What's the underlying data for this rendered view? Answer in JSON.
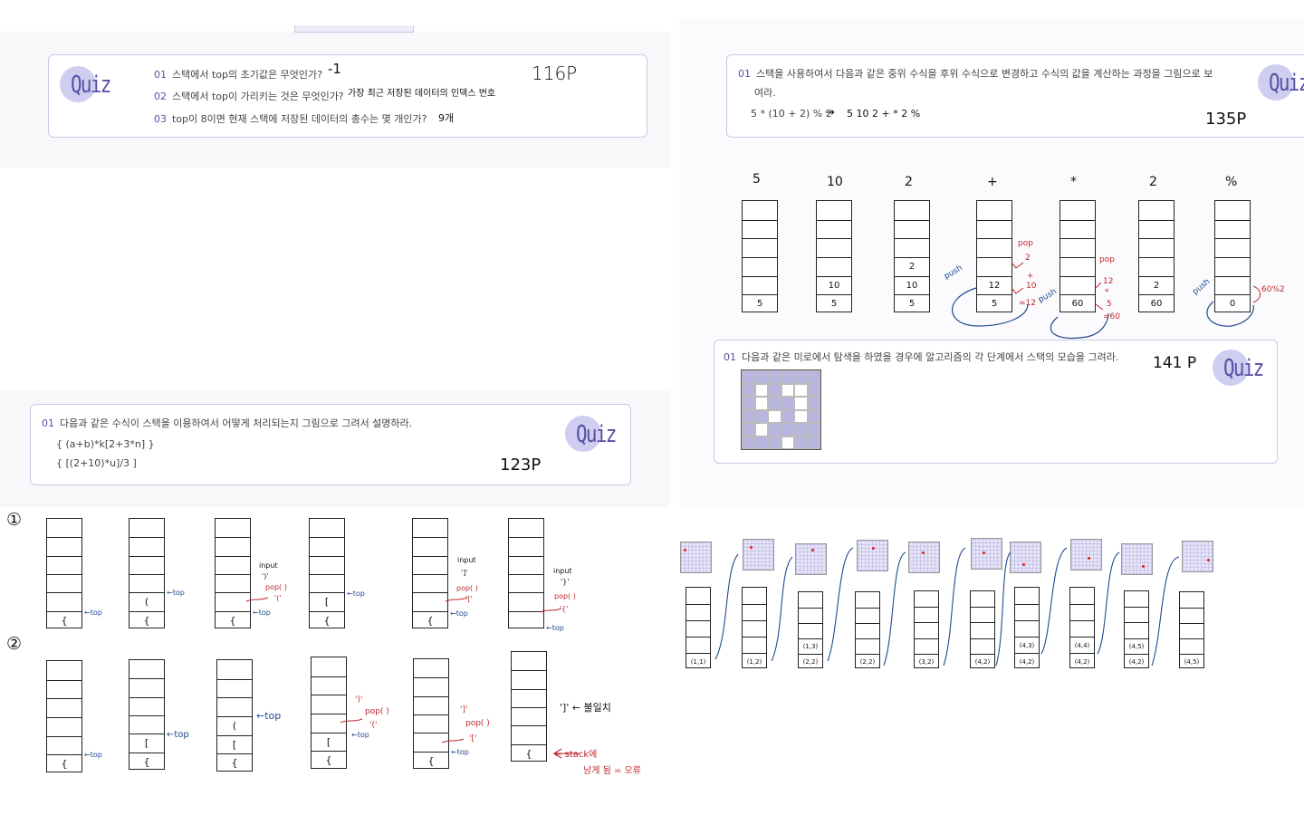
{
  "quiz1": {
    "badge": "Quiz",
    "q1_num": "01",
    "q1_text": "스택에서 top의 초기값은 무엇인가?",
    "q1_answer": "-1",
    "q2_num": "02",
    "q2_text": "스택에서 top이 가리키는 것은 무엇인가?",
    "q2_answer": "가장 최근 저장된 데이터의 인덱스 번호",
    "q3_num": "03",
    "q3_text": "top이 8이면 현재 스택에 저장된 데이터의 총수는 몇 개인가?",
    "q3_answer": "9개",
    "page": "116P"
  },
  "quiz2": {
    "badge": "Quiz",
    "q1_num": "01",
    "q1_text_line1": "스택을 사용하여서 다음과 같은 중위 수식을 후위 수식으로 변경하고 수식의 값을 계산하는 과정을 그림으로 보",
    "q1_text_line2": "여라.",
    "expr": "5 * (10 + 2) % 2",
    "arrow": "→",
    "postfix": "5 10 2 + * 2 %",
    "page": "135P"
  },
  "postfix_stacks": [
    {
      "label": "5",
      "cells": [
        "",
        "",
        "",
        "",
        "",
        "5"
      ]
    },
    {
      "label": "10",
      "cells": [
        "",
        "",
        "",
        "",
        "10",
        "5"
      ]
    },
    {
      "label": "2",
      "cells": [
        "",
        "",
        "",
        "2",
        "10",
        "5"
      ]
    },
    {
      "label": "+",
      "cells": [
        "",
        "",
        "",
        "",
        "12",
        "5"
      ]
    },
    {
      "label": "*",
      "cells": [
        "",
        "",
        "",
        "",
        "",
        "60"
      ]
    },
    {
      "label": "2",
      "cells": [
        "",
        "",
        "",
        "",
        "2",
        "60"
      ]
    },
    {
      "label": "%",
      "cells": [
        "",
        "",
        "",
        "",
        "",
        "0"
      ]
    }
  ],
  "postfix_notes": {
    "pop1": "pop",
    "pop1_a": "2",
    "pop1_b": "+",
    "pop1_c": "10",
    "pop1_d": "=12",
    "push1": "push",
    "push2": "push",
    "pop2": "pop",
    "pop2_a": "12",
    "pop2_b": "*",
    "pop2_c": "5",
    "pop2_d": "=60",
    "push3": "push",
    "mod": "60%2"
  },
  "quiz3": {
    "badge": "Quiz",
    "q1_num": "01",
    "q1_text": "다음과 같은 미로에서 탐색을 하였을 경우에 알고리즘의 각 단계에서 스택의 모습을 그려라.",
    "page": "141 P"
  },
  "quiz4": {
    "badge": "Quiz",
    "q1_num": "01",
    "q1_text": "다음과 같은 수식이 스택을 이용하여서 어떻게 처리되는지 그림으로 그려서 설명하라.",
    "expr1": "{ (a+b)*k[2+3*n] }",
    "expr2": "{ [(2+10)*u]/3 ]",
    "page": "123P"
  },
  "row1": {
    "marker": "①",
    "stacks": [
      {
        "cells": [
          "",
          "",
          "",
          "",
          "",
          "{"
        ]
      },
      {
        "cells": [
          "",
          "",
          "",
          "",
          "(",
          "{"
        ]
      },
      {
        "cells": [
          "",
          "",
          "",
          "",
          "",
          "{"
        ]
      },
      {
        "cells": [
          "",
          "",
          "",
          "",
          "[",
          "{"
        ]
      },
      {
        "cells": [
          "",
          "",
          "",
          "",
          "",
          "{"
        ]
      },
      {
        "cells": [
          "",
          "",
          "",
          "",
          "",
          ""
        ]
      }
    ],
    "top": "←top",
    "n1": "input",
    "n2": "')'",
    "n3": "pop( )",
    "n4": "'('",
    "n5": "input",
    "n6": "']'",
    "n7": "pop( )",
    "n8": "'['",
    "n9": "input",
    "n10": "'}'",
    "n11": "pop( )",
    "n12": "'{'"
  },
  "row2": {
    "marker": "②",
    "stacks": [
      {
        "cells": [
          "",
          "",
          "",
          "",
          "",
          "{"
        ]
      },
      {
        "cells": [
          "",
          "",
          "",
          "",
          "[",
          "{"
        ]
      },
      {
        "cells": [
          "",
          "",
          "",
          "(",
          "[",
          "{"
        ]
      },
      {
        "cells": [
          "",
          "",
          "",
          "",
          "[",
          "{"
        ]
      },
      {
        "cells": [
          "",
          "",
          "",
          "",
          "",
          "{"
        ]
      },
      {
        "cells": [
          "",
          "",
          "",
          "",
          "",
          "{"
        ]
      }
    ],
    "top": "←top",
    "n1": "')'",
    "n2": "pop( )",
    "n3": "'('",
    "n4": "']'",
    "n5": "pop( )",
    "n6": "'['",
    "n7": "']' ← 불일치",
    "n8": "← stack에",
    "n9": "남게 됨 = 오류"
  },
  "maze_stacks": [
    {
      "cells": [
        "",
        "",
        "",
        "",
        "(1,1)"
      ]
    },
    {
      "cells": [
        "",
        "",
        "",
        "",
        "(1,2)"
      ]
    },
    {
      "cells": [
        "",
        "",
        "",
        "(1,3)",
        "(2,2)"
      ]
    },
    {
      "cells": [
        "",
        "",
        "",
        "",
        "(2,2)"
      ]
    },
    {
      "cells": [
        "",
        "",
        "",
        "",
        "(3,2)"
      ]
    },
    {
      "cells": [
        "",
        "",
        "",
        "",
        "(4,2)"
      ]
    },
    {
      "cells": [
        "",
        "",
        "",
        "(4,3)",
        "(4,2)"
      ]
    },
    {
      "cells": [
        "",
        "",
        "",
        "(4,4)",
        "(4,2)"
      ]
    },
    {
      "cells": [
        "",
        "",
        "",
        "(4,5)",
        "(4,2)"
      ]
    },
    {
      "cells": [
        "",
        "",
        "",
        "",
        "(4,5)"
      ]
    }
  ]
}
